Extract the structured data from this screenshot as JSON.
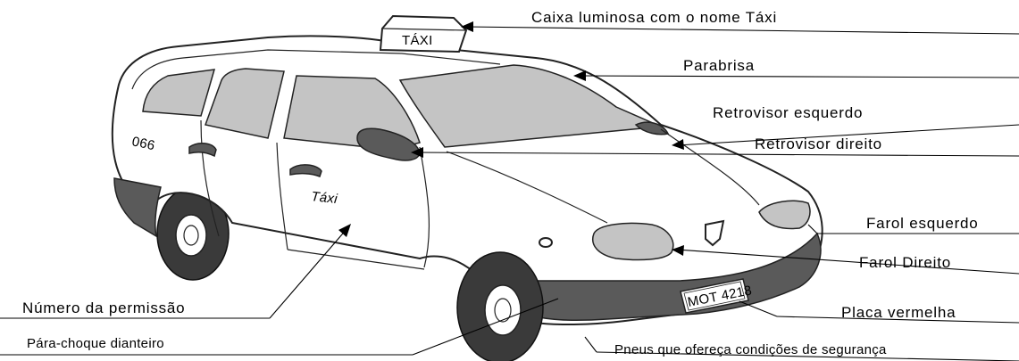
{
  "labels": {
    "caixa": "Caixa luminosa com o nome Táxi",
    "parabrisa": "Parabrisa",
    "retrovisor_esquerdo": "Retrovisor esquerdo",
    "retrovisor_direito": "Retrovisor direito",
    "farol_esquerdo": "Farol esquerdo",
    "farol_direito": "Farol Direito",
    "numero_permissao": "Número da permissão",
    "placa_vermelha": "Placa vermelha",
    "para_choque": "Pára-choque dianteiro",
    "pneus": "Pneus que ofereça condições de segurança"
  },
  "car_text": {
    "roof_sign": "TÁXI",
    "door": "Táxi",
    "permission_number": "066",
    "plate": "MOT 4218"
  }
}
